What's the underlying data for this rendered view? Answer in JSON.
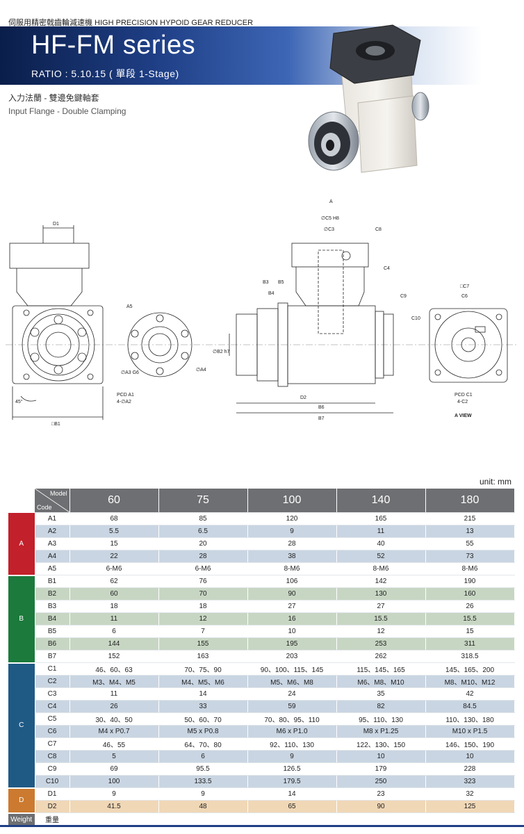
{
  "header": {
    "caption": "伺服用精密戟齒輪減速機  HIGH PRECISION HYPOID GEAR REDUCER",
    "title": "HF-FM series",
    "subtitle": "RATIO : 5.10.15 ( 單段 1-Stage)",
    "desc_cn": "入力法蘭 - 雙邊免鍵軸套",
    "desc_en": "Input Flange - Double Clamping"
  },
  "drawing": {
    "labels": {
      "D1": "D1",
      "B1": "□B1",
      "angle": "45°",
      "A5": "A5",
      "A3": "∅A3 G6",
      "A4": "∅A4",
      "pcd_a": "PCD A1",
      "holes_a": "4-∅A2",
      "A": "A",
      "C5": "∅C5 H8",
      "C3": "∅C3",
      "C8": "C8",
      "C4": "C4",
      "C9": "C9",
      "C10": "C10",
      "B3": "B3",
      "B4": "B4",
      "B5": "B5",
      "B2": "∅B2 h7",
      "D2": "D2",
      "B6": "B6",
      "B7": "B7",
      "C7": "□C7",
      "C6": "C6",
      "pcd_c": "PCD C1",
      "holes_c": "4-C2",
      "view": "A VIEW"
    }
  },
  "table": {
    "unit": "unit: mm",
    "model_label": "Model",
    "code_label": "Code",
    "models": [
      "60",
      "75",
      "100",
      "140",
      "180"
    ],
    "groups": [
      {
        "name": "A",
        "rows": [
          {
            "code": "A1",
            "values": [
              "68",
              "85",
              "120",
              "165",
              "215"
            ]
          },
          {
            "code": "A2",
            "values": [
              "5.5",
              "6.5",
              "9",
              "11",
              "13"
            ]
          },
          {
            "code": "A3",
            "values": [
              "15",
              "20",
              "28",
              "40",
              "55"
            ]
          },
          {
            "code": "A4",
            "values": [
              "22",
              "28",
              "38",
              "52",
              "73"
            ]
          },
          {
            "code": "A5",
            "values": [
              "6-M6",
              "6-M6",
              "8-M6",
              "8-M6",
              "8-M6"
            ]
          }
        ]
      },
      {
        "name": "B",
        "rows": [
          {
            "code": "B1",
            "values": [
              "62",
              "76",
              "106",
              "142",
              "190"
            ]
          },
          {
            "code": "B2",
            "values": [
              "60",
              "70",
              "90",
              "130",
              "160"
            ]
          },
          {
            "code": "B3",
            "values": [
              "18",
              "18",
              "27",
              "27",
              "26"
            ]
          },
          {
            "code": "B4",
            "values": [
              "11",
              "12",
              "16",
              "15.5",
              "15.5"
            ]
          },
          {
            "code": "B5",
            "values": [
              "6",
              "7",
              "10",
              "12",
              "15"
            ]
          },
          {
            "code": "B6",
            "values": [
              "144",
              "155",
              "195",
              "253",
              "311"
            ]
          },
          {
            "code": "B7",
            "values": [
              "152",
              "163",
              "203",
              "262",
              "318.5"
            ]
          }
        ]
      },
      {
        "name": "C",
        "rows": [
          {
            "code": "C1",
            "values": [
              "46、60、63",
              "70、75、90",
              "90、100、115、145",
              "115、145、165",
              "145、165、200"
            ]
          },
          {
            "code": "C2",
            "values": [
              "M3、M4、M5",
              "M4、M5、M6",
              "M5、M6、M8",
              "M6、M8、M10",
              "M8、M10、M12"
            ]
          },
          {
            "code": "C3",
            "values": [
              "11",
              "14",
              "24",
              "35",
              "42"
            ]
          },
          {
            "code": "C4",
            "values": [
              "26",
              "33",
              "59",
              "82",
              "84.5"
            ]
          },
          {
            "code": "C5",
            "values": [
              "30、40、50",
              "50、60、70",
              "70、80、95、110",
              "95、110、130",
              "110、130、180"
            ]
          },
          {
            "code": "C6",
            "values": [
              "M4 x P0.7",
              "M5 x P0.8",
              "M6 x P1.0",
              "M8 x P1.25",
              "M10 x P1.5"
            ]
          },
          {
            "code": "C7",
            "values": [
              "46、55",
              "64、70、80",
              "92、110、130",
              "122、130、150",
              "146、150、190"
            ]
          },
          {
            "code": "C8",
            "values": [
              "5",
              "6",
              "9",
              "10",
              "10"
            ]
          },
          {
            "code": "C9",
            "values": [
              "69",
              "95.5",
              "126.5",
              "179",
              "228"
            ]
          },
          {
            "code": "C10",
            "values": [
              "100",
              "133.5",
              "179.5",
              "250",
              "323"
            ]
          }
        ]
      },
      {
        "name": "D",
        "rows": [
          {
            "code": "D1",
            "values": [
              "9",
              "9",
              "14",
              "23",
              "32"
            ]
          },
          {
            "code": "D2",
            "values": [
              "41.5",
              "48",
              "65",
              "90",
              "125"
            ]
          }
        ]
      }
    ],
    "weight": {
      "group": "Weight",
      "code": "重量",
      "values": [
        "",
        "",
        "",
        "",
        ""
      ]
    }
  }
}
